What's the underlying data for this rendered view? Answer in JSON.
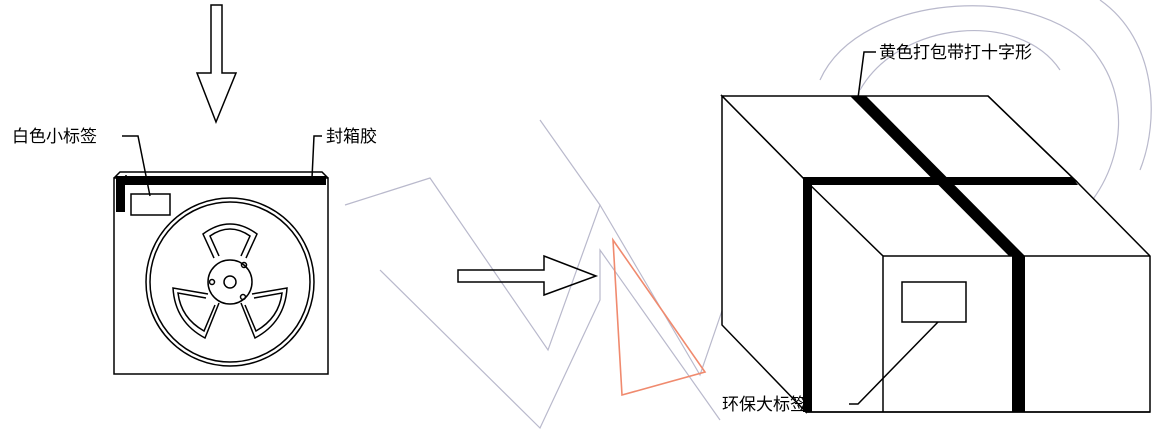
{
  "labels": {
    "white_small_label": "白色小标签",
    "sealing_tape": "封箱胶",
    "yellow_strap_cross": "黄色打包带打十字形",
    "eco_large_label": "环保大标签"
  },
  "colors": {
    "line": "#000000",
    "strap": "#000000",
    "watermark_stroke": "#b9b9cc",
    "watermark_red": "#f08a6e",
    "background": "#ffffff"
  },
  "icons": {
    "down_arrow": "down-arrow",
    "right_arrow": "right-arrow",
    "reel": "reel-icon"
  }
}
